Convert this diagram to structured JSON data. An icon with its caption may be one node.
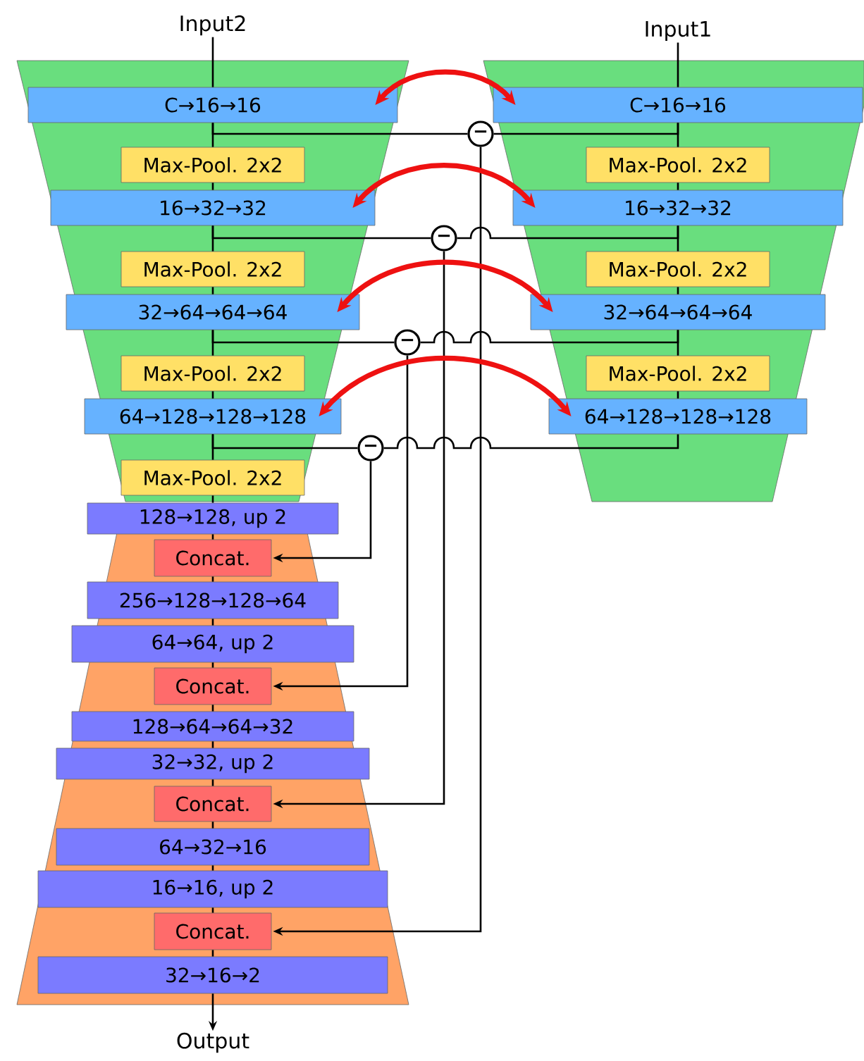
{
  "diagram": {
    "nodes": [
      {
        "text": [
          "Input2"
        ]
      },
      {
        "text": [
          "Input1"
        ]
      },
      {
        "text": [
          "C→16→16"
        ]
      },
      {
        "text": [
          "Max-Pool. 2x2"
        ]
      },
      {
        "text": [
          "16→32→32"
        ]
      },
      {
        "text": [
          "Max-Pool. 2x2"
        ]
      },
      {
        "text": [
          "32→64→64→64"
        ]
      },
      {
        "text": [
          "Max-Pool. 2x2"
        ]
      },
      {
        "text": [
          "64→128→128→128"
        ]
      },
      {
        "text": [
          "Max-Pool. 2x2"
        ]
      },
      {
        "text": [
          "C→16→16"
        ]
      },
      {
        "text": [
          "Max-Pool. 2x2"
        ]
      },
      {
        "text": [
          "16→32→32"
        ]
      },
      {
        "text": [
          "Max-Pool. 2x2"
        ]
      },
      {
        "text": [
          "32→64→64→64"
        ]
      },
      {
        "text": [
          "Max-Pool. 2x2"
        ]
      },
      {
        "text": [
          "64→128→128→128"
        ]
      },
      {
        "text": [
          "−"
        ]
      },
      {
        "text": [
          "−"
        ]
      },
      {
        "text": [
          "−"
        ]
      },
      {
        "text": [
          "−"
        ]
      },
      {
        "text": [
          "128→128, up 2"
        ]
      },
      {
        "text": [
          "Concat."
        ]
      },
      {
        "text": [
          "256→128→128→64"
        ]
      },
      {
        "text": [
          "64→64, up 2"
        ]
      },
      {
        "text": [
          "Concat."
        ]
      },
      {
        "text": [
          "128→64→64→32"
        ]
      },
      {
        "text": [
          "32→32, up 2"
        ]
      },
      {
        "text": [
          "Concat."
        ]
      },
      {
        "text": [
          "64→32→16"
        ]
      },
      {
        "text": [
          "16→16, up 2"
        ]
      },
      {
        "text": [
          "Concat."
        ]
      },
      {
        "text": [
          "32→16→2"
        ]
      },
      {
        "text": [
          "Output"
        ]
      }
    ],
    "edges": [
      {
        "from": 0,
        "to": 2,
        "arrow": "none"
      },
      {
        "from": 2,
        "to": 3,
        "arrow": "none"
      },
      {
        "from": 3,
        "to": 4,
        "arrow": "none"
      },
      {
        "from": 4,
        "to": 5,
        "arrow": "none"
      },
      {
        "from": 5,
        "to": 6,
        "arrow": "none"
      },
      {
        "from": 6,
        "to": 7,
        "arrow": "none"
      },
      {
        "from": 7,
        "to": 8,
        "arrow": "none"
      },
      {
        "from": 8,
        "to": 9,
        "arrow": "none"
      },
      {
        "from": 9,
        "to": 21,
        "arrow": "none"
      },
      {
        "from": 21,
        "to": 22,
        "arrow": "none"
      },
      {
        "from": 22,
        "to": 23,
        "arrow": "none"
      },
      {
        "from": 23,
        "to": 24,
        "arrow": "none"
      },
      {
        "from": 24,
        "to": 25,
        "arrow": "none"
      },
      {
        "from": 25,
        "to": 26,
        "arrow": "none"
      },
      {
        "from": 26,
        "to": 27,
        "arrow": "none"
      },
      {
        "from": 27,
        "to": 28,
        "arrow": "none"
      },
      {
        "from": 28,
        "to": 29,
        "arrow": "none"
      },
      {
        "from": 29,
        "to": 30,
        "arrow": "none"
      },
      {
        "from": 30,
        "to": 31,
        "arrow": "none"
      },
      {
        "from": 31,
        "to": 32,
        "arrow": "none"
      },
      {
        "from": 32,
        "to": 33,
        "arrow": "to"
      },
      {
        "from": 1,
        "to": 10,
        "arrow": "none"
      },
      {
        "from": 10,
        "to": 11,
        "arrow": "none"
      },
      {
        "from": 11,
        "to": 12,
        "arrow": "none"
      },
      {
        "from": 12,
        "to": 13,
        "arrow": "none"
      },
      {
        "from": 13,
        "to": 14,
        "arrow": "none"
      },
      {
        "from": 14,
        "to": 15,
        "arrow": "none"
      },
      {
        "from": 15,
        "to": 16,
        "arrow": "none"
      },
      {
        "from": 2,
        "to": 17,
        "arrow": "none"
      },
      {
        "from": 10,
        "to": 17,
        "arrow": "none"
      },
      {
        "from": 17,
        "to": 31,
        "arrow": "to"
      },
      {
        "from": 4,
        "to": 18,
        "arrow": "none"
      },
      {
        "from": 12,
        "to": 18,
        "arrow": "none"
      },
      {
        "from": 18,
        "to": 28,
        "arrow": "to"
      },
      {
        "from": 6,
        "to": 19,
        "arrow": "none"
      },
      {
        "from": 14,
        "to": 19,
        "arrow": "none"
      },
      {
        "from": 19,
        "to": 25,
        "arrow": "to"
      },
      {
        "from": 8,
        "to": 20,
        "arrow": "none"
      },
      {
        "from": 16,
        "to": 20,
        "arrow": "none"
      },
      {
        "from": 20,
        "to": 22,
        "arrow": "to"
      },
      {
        "from": 2,
        "to": 10,
        "arrow": "both",
        "style": "thick",
        "color": "#ee1111"
      },
      {
        "from": 4,
        "to": 12,
        "arrow": "both",
        "style": "thick",
        "color": "#ee1111"
      },
      {
        "from": 6,
        "to": 14,
        "arrow": "both",
        "style": "thick",
        "color": "#ee1111"
      },
      {
        "from": 8,
        "to": 16,
        "arrow": "both",
        "style": "thick",
        "color": "#ee1111"
      }
    ]
  }
}
